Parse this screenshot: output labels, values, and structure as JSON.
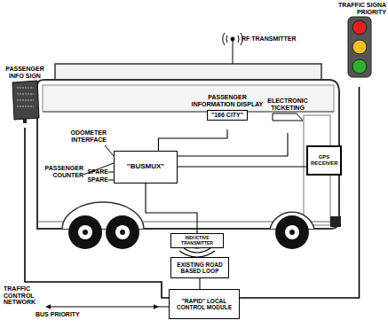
{
  "diagram": {
    "nodes": [
      {
        "text": [
          "PASSENGER INFO SIGN"
        ]
      },
      {
        "text": [
          "PASSENGER INFORMATION DISPLAY",
          "\"166 CITY\""
        ]
      },
      {
        "text": [
          "ELECTRONIC TICKETING"
        ]
      },
      {
        "text": [
          "\"BUSMUX\""
        ]
      },
      {
        "text": [
          "GPS RECEIVER"
        ]
      },
      {
        "text": [
          "INDUCTIVE TRANSMITTER"
        ]
      },
      {
        "text": [
          "EXISTING ROAD BASED LOOP"
        ]
      },
      {
        "text": [
          "\"RAPID\" LOCAL CONTROL MODULE"
        ]
      },
      {
        "text": [
          "TRAFFIC SIGNA PRIORITY"
        ]
      }
    ],
    "edges": [
      {
        "from": 3,
        "to": 1,
        "arrow": "none"
      },
      {
        "from": 3,
        "to": 2,
        "arrow": "none"
      },
      {
        "from": 3,
        "to": 4,
        "arrow": "none"
      },
      {
        "from": 3,
        "to": 5,
        "arrow": "none"
      },
      {
        "from": 6,
        "to": 7,
        "arrow": "none"
      },
      {
        "from": 7,
        "to": 0,
        "arrow": "none"
      },
      {
        "from": 7,
        "to": 8,
        "arrow": "none"
      }
    ],
    "labels": [
      "RF TRANSMITTER",
      "ODOMETER INTERFACE",
      "PASSENGER COUNTER",
      "SPARE",
      "SPARE",
      "TRAFFIC CONTROL NETWORK",
      "BUS PRIORITY"
    ]
  }
}
